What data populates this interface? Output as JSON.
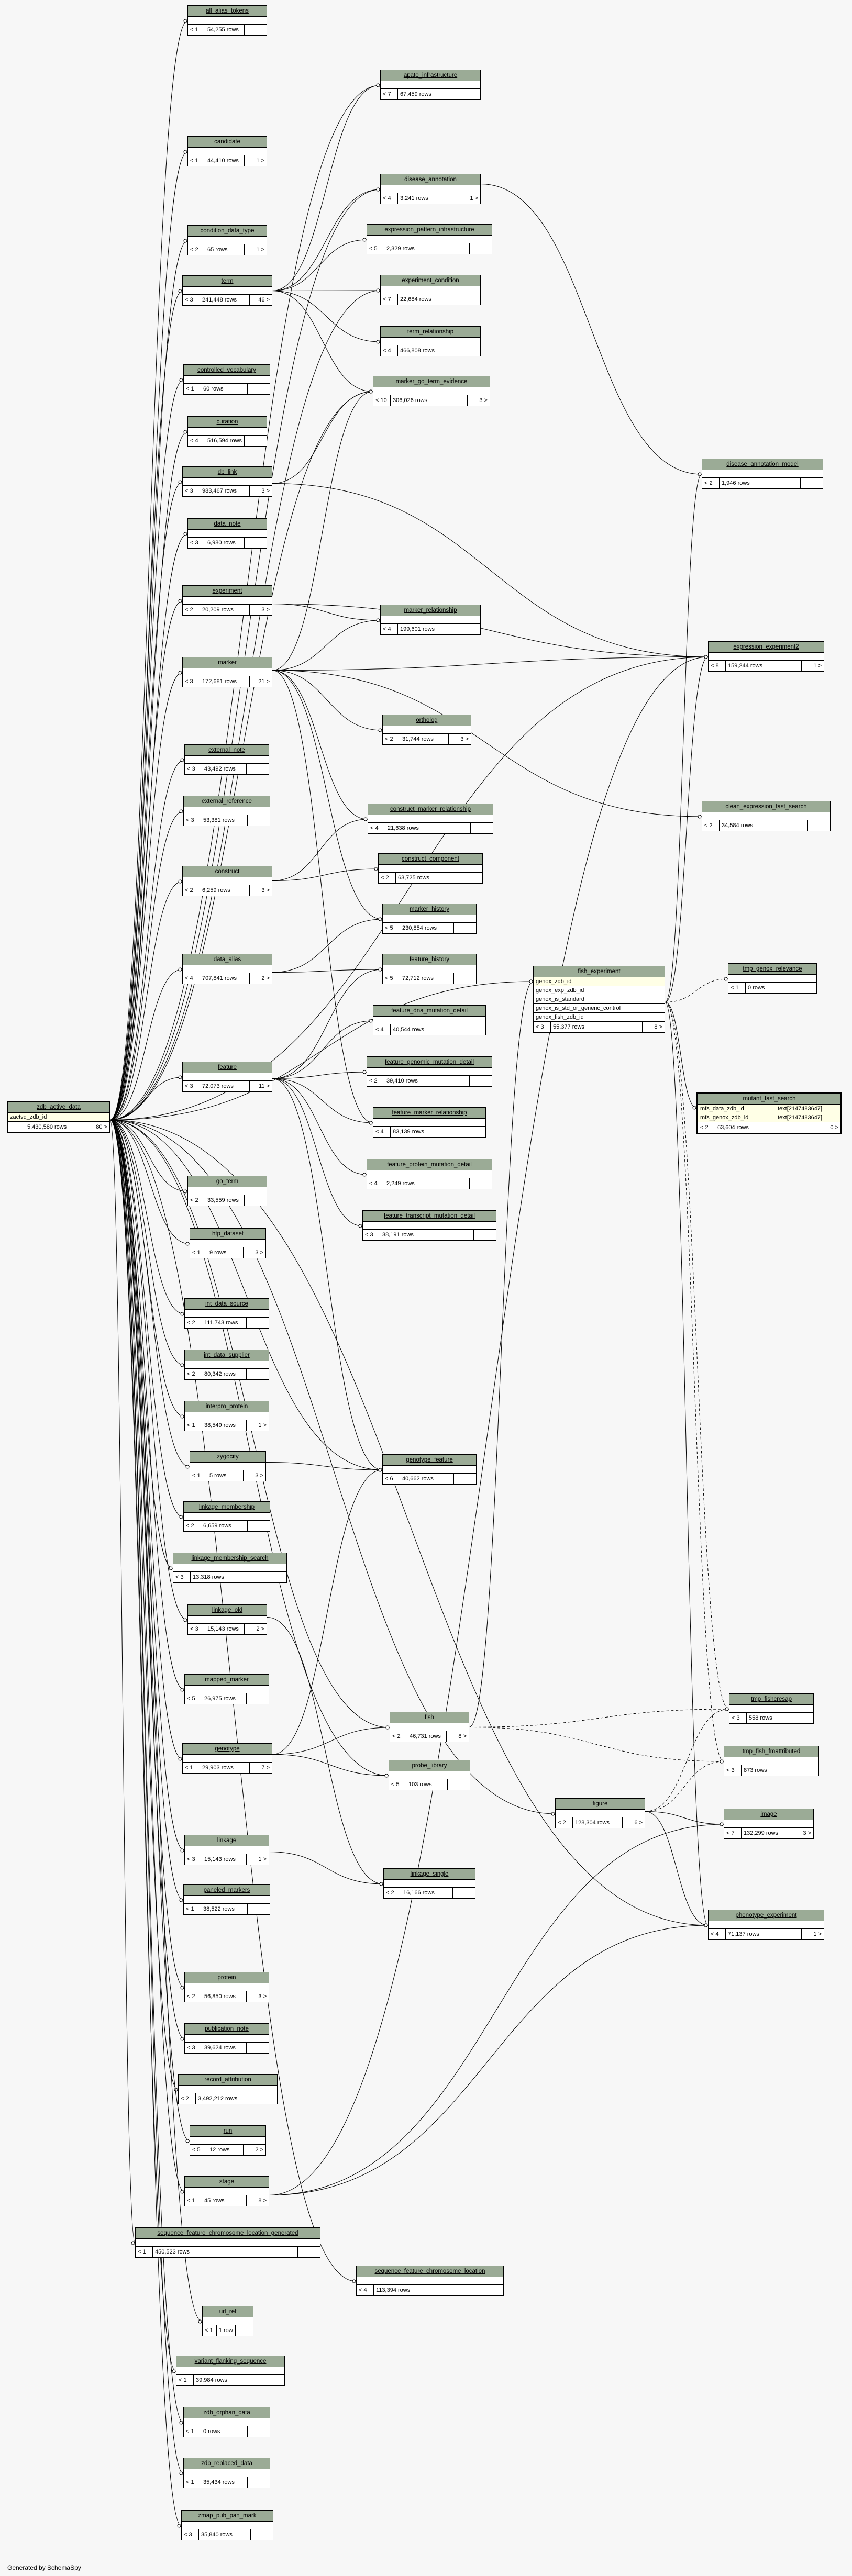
{
  "generator_note": "Generated by SchemaSpy",
  "tables": [
    {
      "name": "all_alias_tokens",
      "lt": "< 1",
      "rows": "54,255 rows",
      "gt": ""
    },
    {
      "name": "apato_infrastructure",
      "lt": "< 7",
      "rows": "67,459 rows",
      "gt": ""
    },
    {
      "name": "candidate",
      "lt": "< 1",
      "rows": "44,410 rows",
      "gt": "1 >"
    },
    {
      "name": "disease_annotation",
      "lt": "< 4",
      "rows": "3,241 rows",
      "gt": "1 >"
    },
    {
      "name": "condition_data_type",
      "lt": "< 2",
      "rows": "65 rows",
      "gt": "1 >"
    },
    {
      "name": "expression_pattern_infrastructure",
      "lt": "< 5",
      "rows": "2,329 rows",
      "gt": ""
    },
    {
      "name": "term",
      "lt": "< 3",
      "rows": "241,448 rows",
      "gt": "46 >"
    },
    {
      "name": "experiment_condition",
      "lt": "< 7",
      "rows": "22,684 rows",
      "gt": ""
    },
    {
      "name": "term_relationship",
      "lt": "< 4",
      "rows": "466,808 rows",
      "gt": ""
    },
    {
      "name": "controlled_vocabulary",
      "lt": "< 1",
      "rows": "60 rows",
      "gt": ""
    },
    {
      "name": "marker_go_term_evidence",
      "lt": "< 10",
      "rows": "306,026 rows",
      "gt": "3 >"
    },
    {
      "name": "curation",
      "lt": "< 4",
      "rows": "516,594 rows",
      "gt": ""
    },
    {
      "name": "disease_annotation_model",
      "lt": "< 2",
      "rows": "1,946 rows",
      "gt": ""
    },
    {
      "name": "db_link",
      "lt": "< 3",
      "rows": "983,467 rows",
      "gt": "3 >"
    },
    {
      "name": "data_note",
      "lt": "< 3",
      "rows": "6,980 rows",
      "gt": ""
    },
    {
      "name": "experiment",
      "lt": "< 2",
      "rows": "20,209 rows",
      "gt": "3 >"
    },
    {
      "name": "marker_relationship",
      "lt": "< 4",
      "rows": "199,601 rows",
      "gt": ""
    },
    {
      "name": "expression_experiment2",
      "lt": "< 8",
      "rows": "159,244 rows",
      "gt": "1 >"
    },
    {
      "name": "marker",
      "lt": "< 3",
      "rows": "172,681 rows",
      "gt": "21 >"
    },
    {
      "name": "ortholog",
      "lt": "< 2",
      "rows": "31,744 rows",
      "gt": "3 >"
    },
    {
      "name": "external_note",
      "lt": "< 3",
      "rows": "43,492 rows",
      "gt": ""
    },
    {
      "name": "external_reference",
      "lt": "< 3",
      "rows": "53,381 rows",
      "gt": ""
    },
    {
      "name": "construct_marker_relationship",
      "lt": "< 4",
      "rows": "21,638 rows",
      "gt": ""
    },
    {
      "name": "clean_expression_fast_search",
      "lt": "< 2",
      "rows": "34,584 rows",
      "gt": ""
    },
    {
      "name": "construct",
      "lt": "< 2",
      "rows": "6,259 rows",
      "gt": "3 >"
    },
    {
      "name": "construct_component",
      "lt": "< 2",
      "rows": "63,725 rows",
      "gt": ""
    },
    {
      "name": "marker_history",
      "lt": "< 5",
      "rows": "230,854 rows",
      "gt": ""
    },
    {
      "name": "data_alias",
      "lt": "< 4",
      "rows": "707,841 rows",
      "gt": "2 >"
    },
    {
      "name": "feature_history",
      "lt": "< 5",
      "rows": "72,712 rows",
      "gt": ""
    },
    {
      "name": "tmp_genox_relevance",
      "lt": "< 1",
      "rows": "0 rows",
      "gt": ""
    },
    {
      "name": "feature_dna_mutation_detail",
      "lt": "< 4",
      "rows": "40,544 rows",
      "gt": ""
    },
    {
      "name": "feature",
      "lt": "< 3",
      "rows": "72,073 rows",
      "gt": "11 >"
    },
    {
      "name": "feature_genomic_mutation_detail",
      "lt": "< 2",
      "rows": "39,410 rows",
      "gt": ""
    },
    {
      "name": "feature_marker_relationship",
      "lt": "< 4",
      "rows": "83,139 rows",
      "gt": ""
    },
    {
      "name": "feature_protein_mutation_detail",
      "lt": "< 4",
      "rows": "2,249 rows",
      "gt": ""
    },
    {
      "name": "go_term",
      "lt": "< 2",
      "rows": "33,559 rows",
      "gt": ""
    },
    {
      "name": "feature_transcript_mutation_detail",
      "lt": "< 3",
      "rows": "38,191 rows",
      "gt": ""
    },
    {
      "name": "htp_dataset",
      "lt": "< 1",
      "rows": "9 rows",
      "gt": "3 >"
    },
    {
      "name": "int_data_source",
      "lt": "< 2",
      "rows": "111,743 rows",
      "gt": ""
    },
    {
      "name": "int_data_supplier",
      "lt": "< 2",
      "rows": "80,342 rows",
      "gt": ""
    },
    {
      "name": "interpro_protein",
      "lt": "< 1",
      "rows": "38,549 rows",
      "gt": "1 >"
    },
    {
      "name": "zygocity",
      "lt": "< 1",
      "rows": "5 rows",
      "gt": "3 >"
    },
    {
      "name": "genotype_feature",
      "lt": "< 6",
      "rows": "40,662 rows",
      "gt": ""
    },
    {
      "name": "linkage_membership",
      "lt": "< 2",
      "rows": "6,659 rows",
      "gt": ""
    },
    {
      "name": "linkage_membership_search",
      "lt": "< 3",
      "rows": "13,318 rows",
      "gt": ""
    },
    {
      "name": "linkage_old",
      "lt": "< 3",
      "rows": "15,143 rows",
      "gt": "2 >"
    },
    {
      "name": "mapped_marker",
      "lt": "< 5",
      "rows": "26,975 rows",
      "gt": ""
    },
    {
      "name": "tmp_fishcresap",
      "lt": "< 3",
      "rows": "558 rows",
      "gt": ""
    },
    {
      "name": "fish",
      "lt": "< 2",
      "rows": "46,731 rows",
      "gt": "8 >"
    },
    {
      "name": "genotype",
      "lt": "< 1",
      "rows": "29,903 rows",
      "gt": "7 >"
    },
    {
      "name": "probe_library",
      "lt": "< 5",
      "rows": "103 rows",
      "gt": ""
    },
    {
      "name": "tmp_fish_fmattributed",
      "lt": "< 3",
      "rows": "873 rows",
      "gt": ""
    },
    {
      "name": "figure",
      "lt": "< 2",
      "rows": "128,304 rows",
      "gt": "6 >"
    },
    {
      "name": "image",
      "lt": "< 7",
      "rows": "132,299 rows",
      "gt": "3 >"
    },
    {
      "name": "linkage",
      "lt": "< 3",
      "rows": "15,143 rows",
      "gt": "1 >"
    },
    {
      "name": "linkage_single",
      "lt": "< 2",
      "rows": "16,166 rows",
      "gt": ""
    },
    {
      "name": "paneled_markers",
      "lt": "< 1",
      "rows": "38,522 rows",
      "gt": ""
    },
    {
      "name": "phenotype_experiment",
      "lt": "< 4",
      "rows": "71,137 rows",
      "gt": "1 >"
    },
    {
      "name": "protein",
      "lt": "< 2",
      "rows": "56,850 rows",
      "gt": "3 >"
    },
    {
      "name": "publication_note",
      "lt": "< 3",
      "rows": "39,624 rows",
      "gt": ""
    },
    {
      "name": "record_attribution",
      "lt": "< 2",
      "rows": "3,492,212 rows",
      "gt": ""
    },
    {
      "name": "run",
      "lt": "< 5",
      "rows": "12 rows",
      "gt": "2 >"
    },
    {
      "name": "stage",
      "lt": "< 1",
      "rows": "45 rows",
      "gt": "8 >"
    },
    {
      "name": "sequence_feature_chromosome_location_generated",
      "lt": "< 1",
      "rows": "450,523 rows",
      "gt": ""
    },
    {
      "name": "sequence_feature_chromosome_location",
      "lt": "< 4",
      "rows": "113,394 rows",
      "gt": ""
    },
    {
      "name": "url_ref",
      "lt": "< 1",
      "rows": "1 row",
      "gt": ""
    },
    {
      "name": "variant_flanking_sequence",
      "lt": "< 1",
      "rows": "39,984 rows",
      "gt": ""
    },
    {
      "name": "zdb_orphan_data",
      "lt": "< 1",
      "rows": "0 rows",
      "gt": ""
    },
    {
      "name": "zdb_replaced_data",
      "lt": "< 1",
      "rows": "35,434 rows",
      "gt": ""
    },
    {
      "name": "zmap_pub_pan_mark",
      "lt": "< 3",
      "rows": "35,840 rows",
      "gt": ""
    }
  ],
  "zdb_active_data": {
    "name": "zdb_active_data",
    "column": "zactvd_zdb_id",
    "lt": "",
    "rows": "5,430,580 rows",
    "gt": "80 >"
  },
  "fish_experiment": {
    "name": "fish_experiment",
    "columns": [
      "genox_zdb_id",
      "genox_exp_zdb_id",
      "genox_is_standard",
      "genox_is_std_or_generic_control",
      "genox_fish_zdb_id"
    ],
    "lt": "< 3",
    "rows": "55,377 rows",
    "gt": "8 >"
  },
  "mutant_fast_search": {
    "name": "mutant_fast_search",
    "columns": [
      {
        "name": "mfs_data_zdb_id",
        "type": "text[2147483647]"
      },
      {
        "name": "mfs_genox_zdb_id",
        "type": "text[2147483647]"
      }
    ],
    "lt": "< 2",
    "rows": "63,604 rows",
    "gt": "0 >"
  },
  "colors": {
    "header": "#9bab96",
    "highlight": "#ffffe6",
    "background": "#f7f7f7"
  }
}
